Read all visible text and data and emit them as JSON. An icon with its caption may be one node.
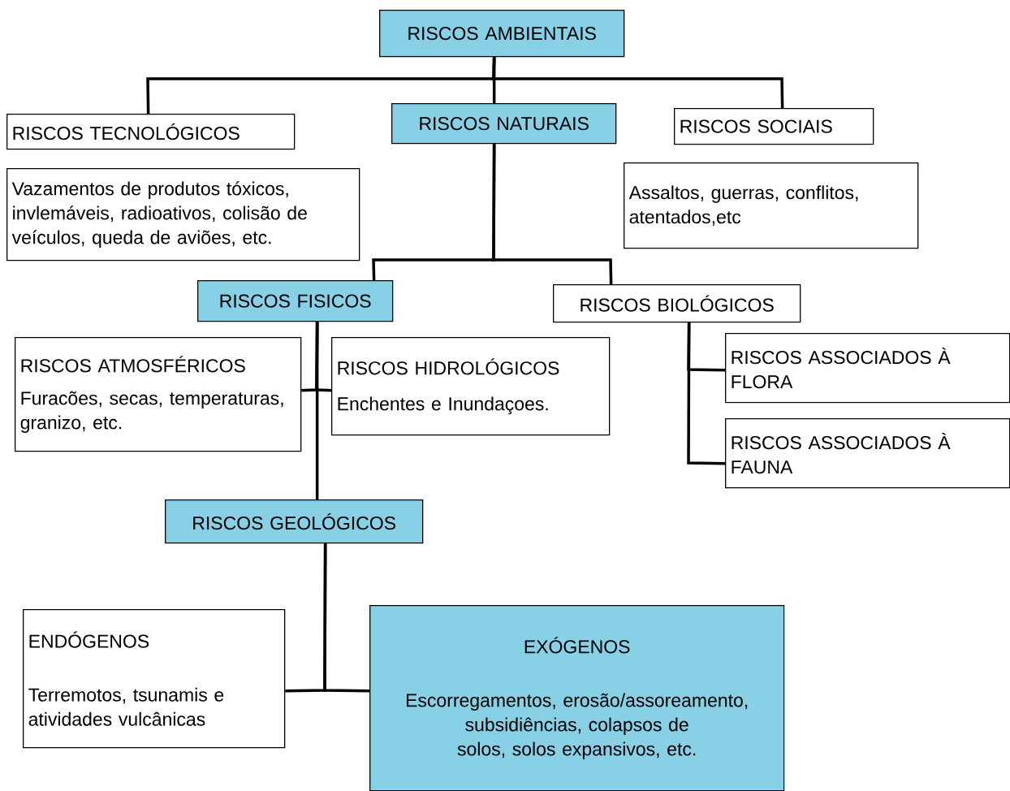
{
  "diagram": {
    "nodes": [
      {
        "text": [
          "RISCOS AMBIENTAIS"
        ]
      },
      {
        "text": [
          "RISCOS TECNOLÓGICOS"
        ]
      },
      {
        "text": [
          "Vazamentos de produtos tóxicos, invlemáveis, radioativos, colisão de veículos, queda de aviões, etc."
        ]
      },
      {
        "text": [
          "RISCOS NATURAIS"
        ]
      },
      {
        "text": [
          "RISCOS SOCIAIS"
        ]
      },
      {
        "text": [
          "Assaltos, guerras, conflitos, atentados,etc"
        ]
      },
      {
        "text": [
          "RISCOS FISICOS"
        ]
      },
      {
        "text": [
          "RISCOS BIOLÓGICOS"
        ]
      },
      {
        "text": [
          "RISCOS ATMOSFÉRICOS",
          "Furacões, secas, temperaturas, granizo, etc."
        ]
      },
      {
        "text": [
          "RISCOS HIDROLÓGICOS",
          "Enchentes e Inundaçoes."
        ]
      },
      {
        "text": [
          "RISCOS ASSOCIADOS À FLORA"
        ]
      },
      {
        "text": [
          "RISCOS ASSOCIADOS À FAUNA"
        ]
      },
      {
        "text": [
          "RISCOS GEOLÓGICOS"
        ]
      },
      {
        "text": [
          "ENDÓGENOS",
          "Terremotos, tsunamis e atividades vulcânicas"
        ]
      },
      {
        "text": [
          "EXÓGENOS",
          "Escorregamentos, erosão/assoreamento, subsidiências, colapsos de solos, solos expansivos, etc."
        ]
      }
    ],
    "edges": [
      {
        "from": 0,
        "to": 1,
        "arrow": "none"
      },
      {
        "from": 0,
        "to": 3,
        "arrow": "none"
      },
      {
        "from": 0,
        "to": 4,
        "arrow": "none"
      },
      {
        "from": 3,
        "to": 6,
        "arrow": "none"
      },
      {
        "from": 3,
        "to": 7,
        "arrow": "none"
      },
      {
        "from": 6,
        "to": 8,
        "arrow": "none"
      },
      {
        "from": 6,
        "to": 9,
        "arrow": "none"
      },
      {
        "from": 6,
        "to": 12,
        "arrow": "none"
      },
      {
        "from": 7,
        "to": 10,
        "arrow": "none"
      },
      {
        "from": 7,
        "to": 11,
        "arrow": "none"
      },
      {
        "from": 12,
        "to": 13,
        "arrow": "none"
      },
      {
        "from": 12,
        "to": 14,
        "arrow": "none"
      }
    ]
  }
}
